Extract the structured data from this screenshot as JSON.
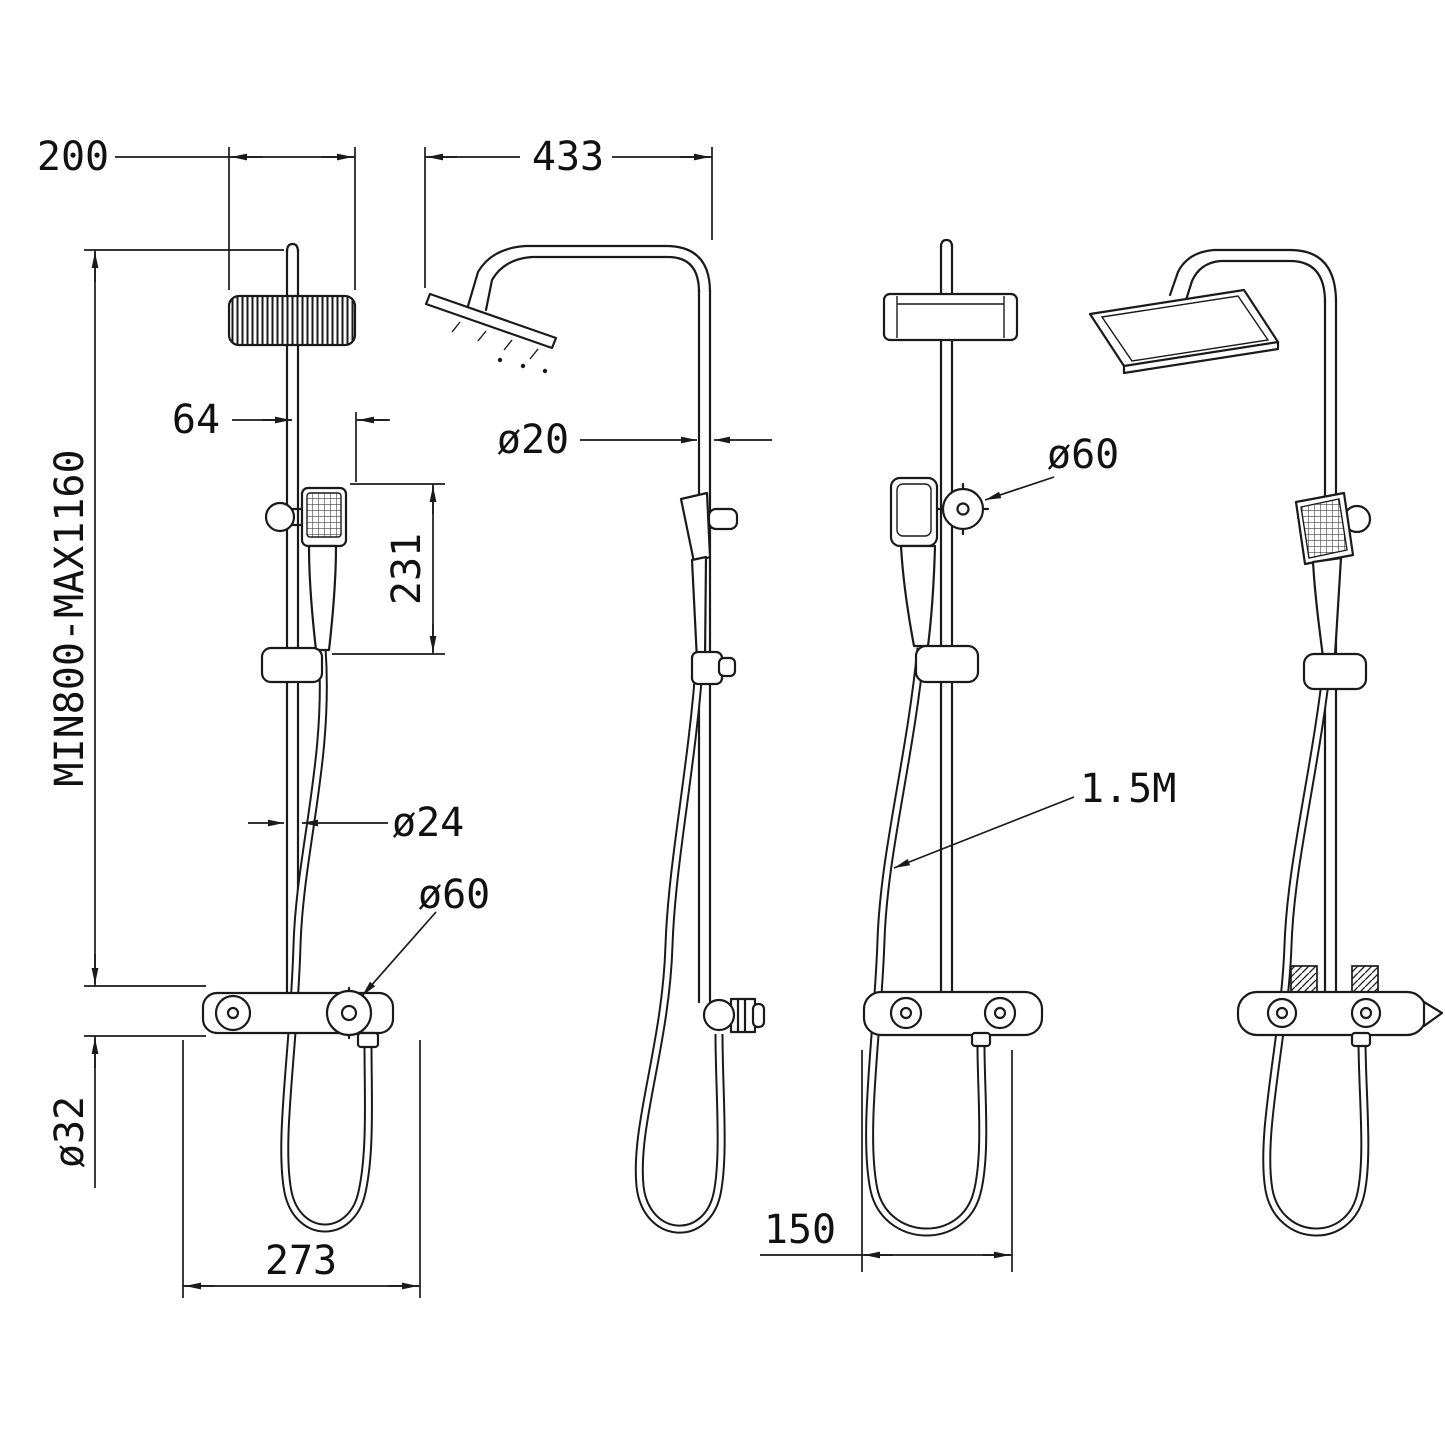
{
  "dimensions": {
    "head_width": "200",
    "arm_reach": "433",
    "hand_shower_offset": "64",
    "pipe_diameter_top": "ø20",
    "bracket_knob_diameter": "ø60",
    "hand_shower_drop": "231",
    "height_range": "MIN800-MAX1160",
    "riser_diameter": "ø24",
    "mixer_knob_diameter": "ø60",
    "hose_length": "1.5M",
    "mixer_body_diameter": "ø32",
    "mixer_width": "273",
    "inlet_spacing": "150"
  },
  "colors": {
    "line": "#1a1a1a",
    "background": "#ffffff"
  }
}
